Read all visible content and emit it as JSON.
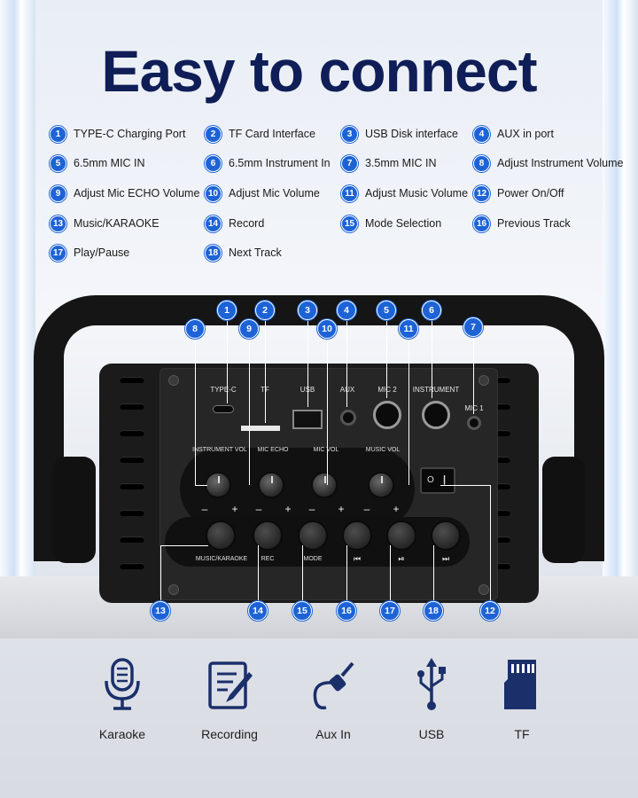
{
  "headline": "Easy to connect",
  "legend": [
    {
      "n": "1",
      "label": "TYPE-C Charging Port"
    },
    {
      "n": "2",
      "label": "TF Card Interface"
    },
    {
      "n": "3",
      "label": "USB Disk interface"
    },
    {
      "n": "4",
      "label": "AUX in port"
    },
    {
      "n": "5",
      "label": "6.5mm MIC IN"
    },
    {
      "n": "6",
      "label": "6.5mm Instrument In"
    },
    {
      "n": "7",
      "label": "3.5mm MIC IN"
    },
    {
      "n": "8",
      "label": "Adjust Instrument Volume"
    },
    {
      "n": "9",
      "label": "Adjust Mic ECHO Volume"
    },
    {
      "n": "10",
      "label": "Adjust Mic Volume"
    },
    {
      "n": "11",
      "label": "Adjust Music Volume"
    },
    {
      "n": "12",
      "label": "Power On/Off"
    },
    {
      "n": "13",
      "label": "Music/KARAOKE"
    },
    {
      "n": "14",
      "label": "Record"
    },
    {
      "n": "15",
      "label": "Mode Selection"
    },
    {
      "n": "16",
      "label": "Previous Track"
    },
    {
      "n": "17",
      "label": "Play/Pause"
    },
    {
      "n": "18",
      "label": "Next Track"
    }
  ],
  "panel": {
    "ports": {
      "typec": "TYPE-C",
      "tf": "TF",
      "usb": "USB",
      "aux": "AUX",
      "mic2": "MIC 2",
      "instrument": "INSTRUMENT",
      "mic1": "MIC 1"
    },
    "knobs": {
      "instrument_vol": "INSTRUMENT VOL",
      "mic_echo": "MIC ECHO",
      "mic_vol": "MIC VOL",
      "music_vol": "MUSIC VOL"
    },
    "minus": "–",
    "plus": "+",
    "buttons": {
      "music_karaoke": "MUSIC/KARAOKE",
      "rec": "REC",
      "mode": "MODE",
      "prev": "⏮",
      "play": "⏯",
      "next": "⏭"
    },
    "switch": {
      "off": "O",
      "on": "|"
    }
  },
  "callouts": [
    "1",
    "2",
    "3",
    "4",
    "5",
    "6",
    "7",
    "8",
    "9",
    "10",
    "11",
    "12",
    "13",
    "14",
    "15",
    "16",
    "17",
    "18"
  ],
  "features": [
    {
      "label": "Karaoke",
      "icon": "microphone-icon"
    },
    {
      "label": "Recording",
      "icon": "recording-icon"
    },
    {
      "label": "Aux In",
      "icon": "aux-cable-icon"
    },
    {
      "label": "USB",
      "icon": "usb-icon"
    },
    {
      "label": "TF",
      "icon": "sd-card-icon"
    }
  ],
  "colors": {
    "headline": "#0f1e57",
    "badge": "#1e63d6",
    "speaker": "#151515"
  }
}
